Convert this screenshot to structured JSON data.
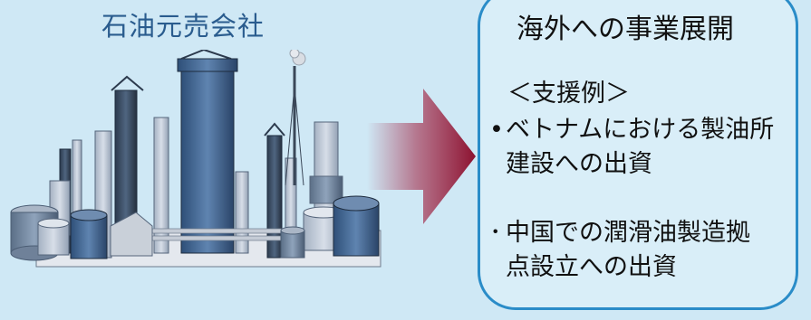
{
  "left": {
    "title": "石油元売会社"
  },
  "right": {
    "title": "海外への事業展開",
    "subtitle": "＜支援例＞",
    "bullets": [
      {
        "marker": "•",
        "line1": "ベトナムにおける製油所",
        "line2": "建設への出資"
      },
      {
        "marker": "･",
        "line1": "中国での潤滑油製造拠",
        "line2": "点設立への出資"
      }
    ]
  },
  "colors": {
    "background": "#cfe8f5",
    "box_border": "#2a8cc8",
    "arrow": "#a01c3c",
    "title_text": "#2a5c8e"
  }
}
